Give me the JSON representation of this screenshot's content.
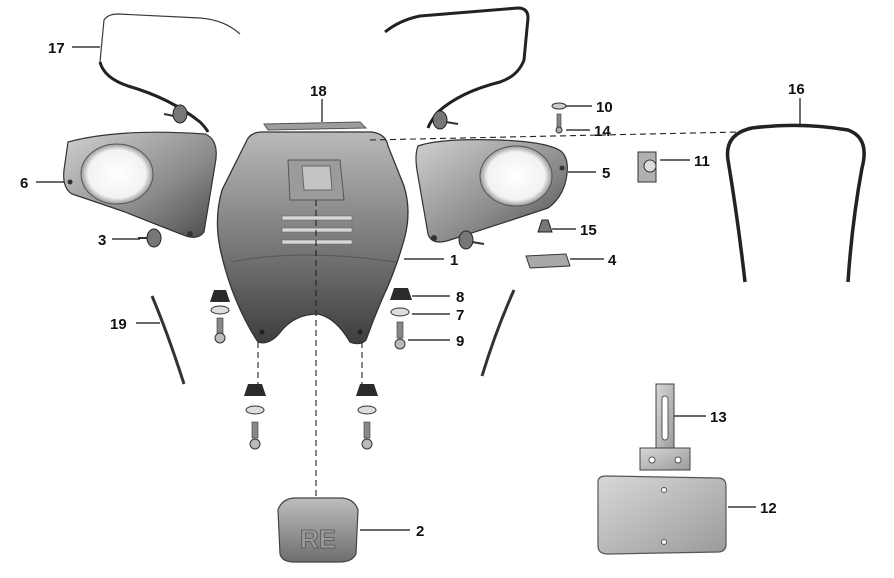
{
  "diagram": {
    "callouts": [
      {
        "id": "c1",
        "text": "1"
      },
      {
        "id": "c2",
        "text": "2"
      },
      {
        "id": "c3",
        "text": "3"
      },
      {
        "id": "c4",
        "text": "4"
      },
      {
        "id": "c5",
        "text": "5"
      },
      {
        "id": "c6",
        "text": "6"
      },
      {
        "id": "c7",
        "text": "7"
      },
      {
        "id": "c8",
        "text": "8"
      },
      {
        "id": "c9",
        "text": "9"
      },
      {
        "id": "c10",
        "text": "10"
      },
      {
        "id": "c11",
        "text": "11"
      },
      {
        "id": "c12",
        "text": "12"
      },
      {
        "id": "c13",
        "text": "13"
      },
      {
        "id": "c14",
        "text": "14"
      },
      {
        "id": "c15",
        "text": "15"
      },
      {
        "id": "c16",
        "text": "16"
      },
      {
        "id": "c17",
        "text": "17"
      },
      {
        "id": "c18",
        "text": "18"
      },
      {
        "id": "c19",
        "text": "19"
      }
    ],
    "badge_text": "RE",
    "colors": {
      "part_dark": "#4a4a4a",
      "part_mid": "#8c8c8c",
      "part_light": "#c8c8c8",
      "line": "#111111"
    }
  }
}
